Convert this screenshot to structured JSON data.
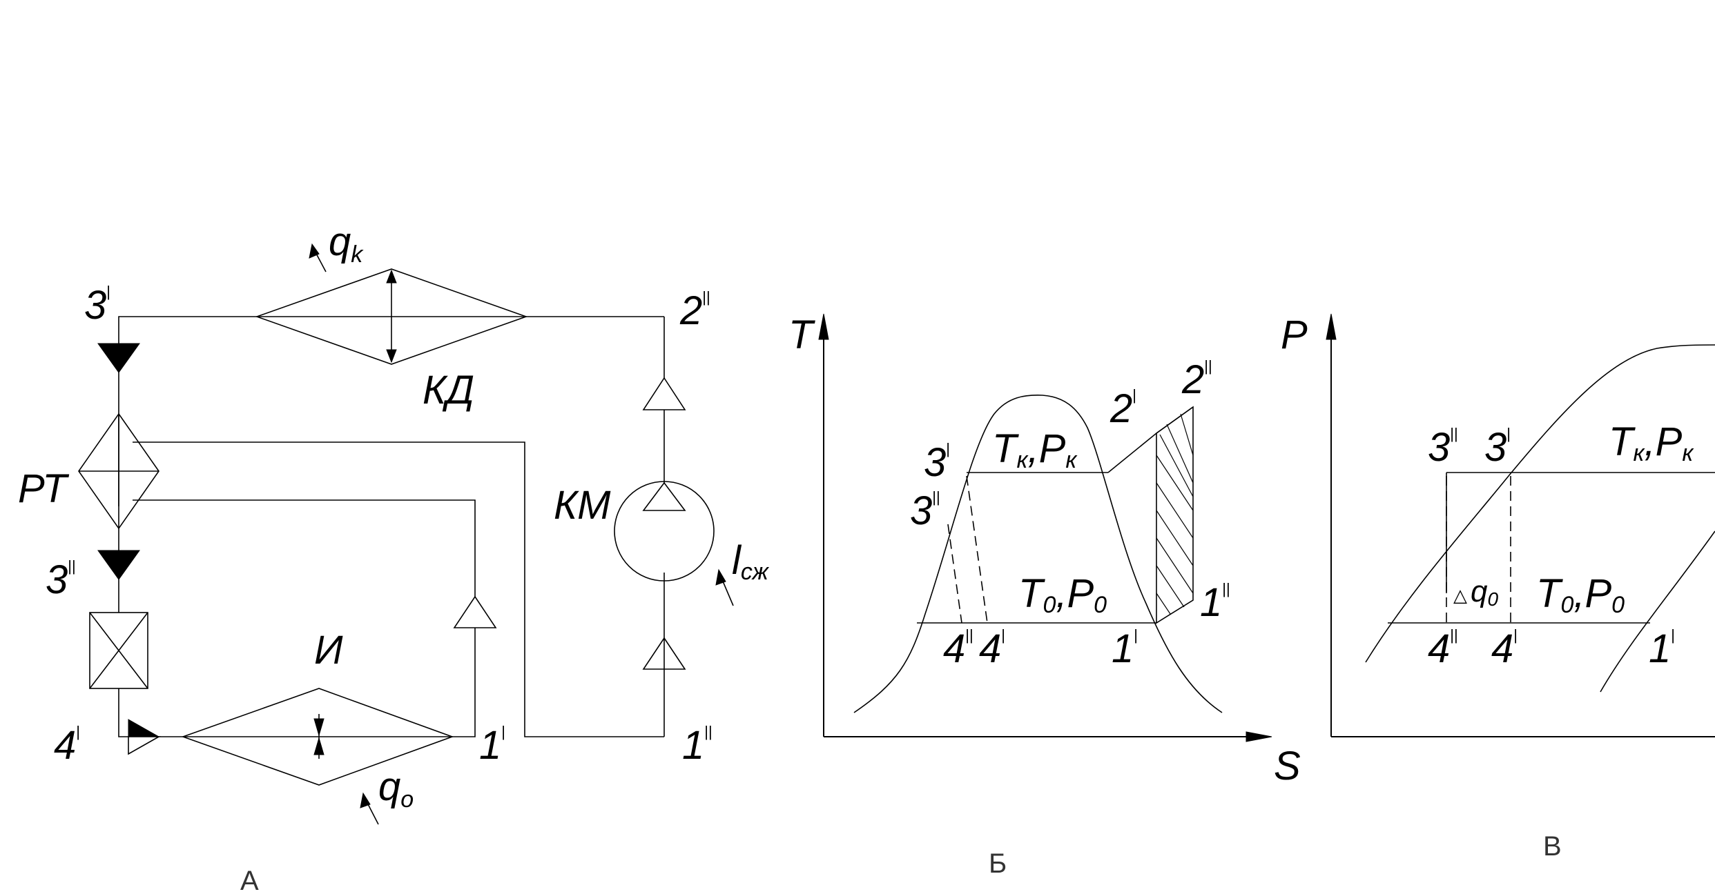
{
  "panels": {
    "a": {
      "caption": "А",
      "labels": {
        "p3p": "3",
        "p2pp": "2",
        "p3pp": "3",
        "p4p": "4",
        "p1p": "1",
        "p1pp": "1",
        "qk": "q",
        "qk_sub": "k",
        "q0": "q",
        "q0_sub": "o",
        "kd": "КД",
        "rt": "РТ",
        "km": "КМ",
        "evap": "И",
        "lsh": "l",
        "lsh_sub": "сж"
      }
    },
    "b": {
      "caption": "Б",
      "axis_y": "T",
      "axis_x": "S",
      "labels": {
        "tk": "T",
        "tk_sub": "к",
        "pk": "P",
        "pk_sub": "к",
        "t0": "T",
        "t0_sub": "0",
        "p0": "P",
        "p0_sub": "0",
        "p3p": "3",
        "p3pp": "3",
        "p4pp": "4",
        "p4p": "4",
        "p1p": "1",
        "p1pp": "1",
        "p2p": "2",
        "p2pp": "2"
      }
    },
    "c": {
      "caption": "В",
      "axis_y": "P",
      "labels": {
        "p3pp": "3",
        "p3p": "3",
        "tk": "T",
        "tk_sub": "к",
        "pk": "P",
        "pk_sub": "к",
        "dq": "q",
        "dq_sub": "0",
        "delta": "△",
        "t0": "T",
        "t0_sub": "0",
        "p0": "P",
        "p0_sub": "0",
        "p4pp": "4",
        "p4p": "4",
        "p1p": "1"
      }
    }
  },
  "marks": {
    "single": "|",
    "double": "||",
    "comma": ","
  }
}
